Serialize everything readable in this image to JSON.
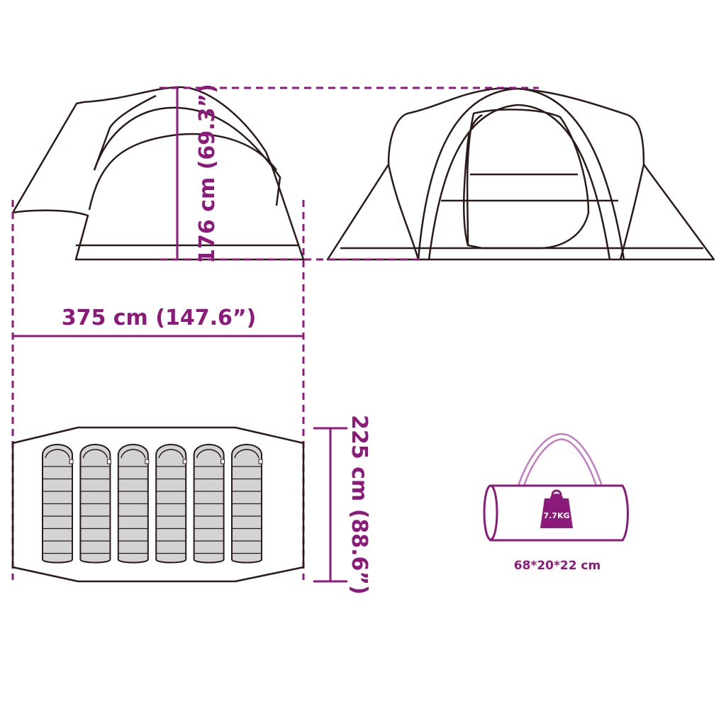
{
  "dimensions": {
    "height": "176 cm (69.3”)",
    "length": "375 cm (147.6”)",
    "width": "225 cm (88.6”)",
    "packed_size": "68*20*22 cm",
    "weight": "7.7KG"
  },
  "colors": {
    "accent": "#8b1a7a",
    "line": "#2a1a1a",
    "bag_handle": "#c27ec0",
    "sleeping_bag_fill": "#d3d3d3"
  },
  "sleeping_bag_count": 6
}
